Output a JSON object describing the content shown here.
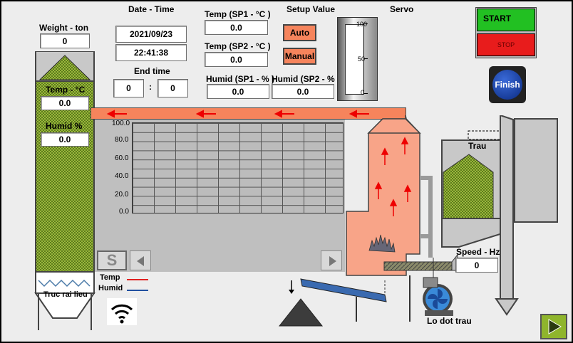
{
  "labels": {
    "date_time": "Date - Time",
    "weight": "Weight - ton",
    "temp_sp1": "Temp (SP1 - °C )",
    "temp_sp2": "Temp (SP2 - °C )",
    "setup_value": "Setup Value",
    "servo": "Servo",
    "end_time": "End time",
    "humid_sp1": "Humid (SP1 - % )",
    "humid_sp2": "Humid (SP2 - % )",
    "temp_c": "Temp - °C",
    "humid_pct": "Humid %",
    "trau": "Trau",
    "speed_hz": "Speed - Hz",
    "truc_rai_lieu": "Truc rai lieu",
    "lo_dot_trau": "Lo dot trau",
    "legend_temp": "Temp",
    "legend_humid": "Humid",
    "end_time_sep": ":"
  },
  "values": {
    "date": "2021/09/23",
    "time": "22:41:38",
    "weight": "0",
    "temp_sp1": "0.0",
    "temp_sp2": "0.0",
    "end_hour": "0",
    "end_min": "0",
    "humid_sp1": "0.0",
    "humid_sp2": "0.0",
    "silo_temp": "0.0",
    "silo_humid": "0.0",
    "speed": "0"
  },
  "buttons": {
    "auto": "Auto",
    "manual": "Manual",
    "start": "START",
    "stop": "STOP",
    "finish": "Finish",
    "scroll_s": "S"
  },
  "servo": {
    "ticks": [
      "100",
      "50",
      "0"
    ],
    "level": 0
  },
  "trend_ticks": [
    "100.0",
    "80.0",
    "60.0",
    "40.0",
    "20.0",
    "0.0"
  ],
  "colors": {
    "duct": "#f6845c",
    "furnace": "#f8a488",
    "silo_fill": "#9ab83c",
    "temp_line": "#e02020",
    "humid_line": "#2050a0",
    "start": "#22c022",
    "stop": "#e81c1c"
  }
}
